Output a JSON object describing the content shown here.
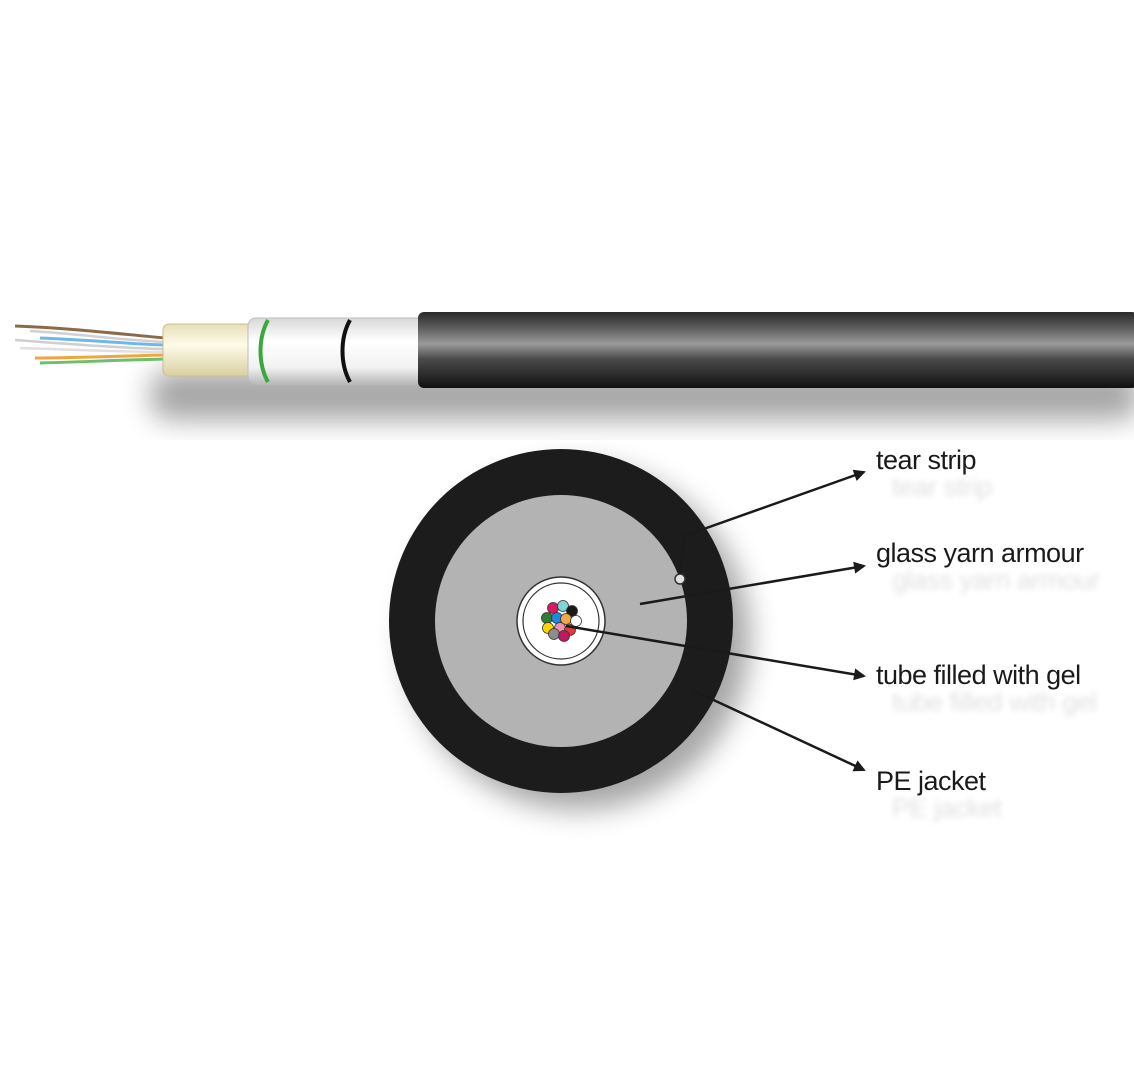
{
  "labels": {
    "tear_strip": "tear strip",
    "glass_yarn_armour": "glass yarn armour",
    "tube_filled_with_gel": "tube filled with gel",
    "pe_jacket": "PE  jacket"
  },
  "colors": {
    "jacket": "#1c1c1c",
    "armour": "#b3b3b3",
    "core_yarn": "#f5efd0",
    "band_green": "#3aa83a",
    "fiber_colors": [
      "#d81b60",
      "#7fd6d8",
      "#1a1a1a",
      "#2e7d32",
      "#1e88e5",
      "#f4a742",
      "#ffffff",
      "#ffd400",
      "#f48fb1",
      "#e53935",
      "#8d8d8d",
      "#c2185b"
    ]
  }
}
